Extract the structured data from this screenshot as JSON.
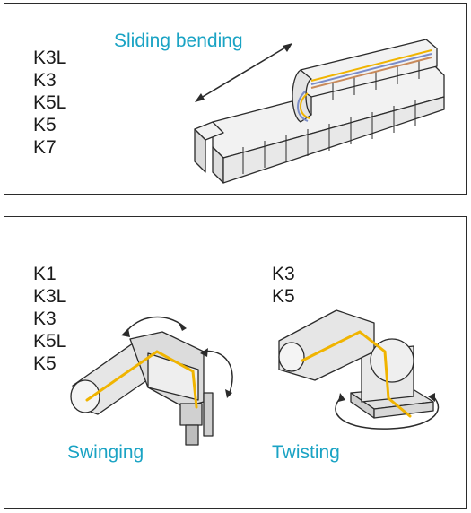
{
  "sliding_panel": {
    "models": [
      "K3L",
      "K3",
      "K5L",
      "K5",
      "K7"
    ],
    "caption": "Sliding bending"
  },
  "robot_panel": {
    "swinging": {
      "models": [
        "K1",
        "K3L",
        "K3",
        "K5L",
        "K5"
      ],
      "caption": "Swinging"
    },
    "twisting": {
      "models": [
        "K3",
        "K5"
      ],
      "caption": "Twisting"
    }
  },
  "colors": {
    "caption_accent": "#1aa3c4",
    "cable_highlight": "#f0b400",
    "outline": "#2b2b2b",
    "body_fill": "#e6e6e6"
  },
  "icons": [
    "cable-carrier-chain-illustration",
    "double-arrow-icon",
    "robot-arm-swinging-illustration",
    "robot-arm-twisting-illustration",
    "curved-arrow-icon"
  ]
}
